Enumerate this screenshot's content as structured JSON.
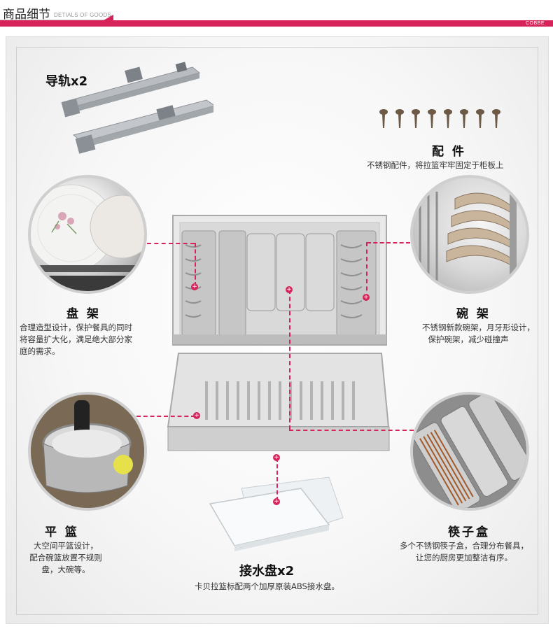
{
  "header": {
    "title": "商品细节",
    "subtitle": "DETIALS OF GOODS",
    "brand": "COBBE"
  },
  "colors": {
    "accent": "#d6245a"
  },
  "rails": {
    "label": "导轨x2"
  },
  "accessories": {
    "label": "配 件",
    "description": "不锈钢配件，将拉篮牢牢固定于柜板上"
  },
  "plate_rack": {
    "label": "盘 架",
    "description_lines": [
      "合理造型设计，保护餐具的同时",
      "将容量扩大化，满足绝大部分家",
      "庭的需求。"
    ]
  },
  "bowl_rack": {
    "label": "碗 架",
    "description_lines": [
      "不锈钢新款碗架，月牙形设计，",
      "保护碗架，减少碰撞声"
    ]
  },
  "flat_basket": {
    "label": "平 篮",
    "description_lines": [
      "大空间平篮设计，",
      "配合碗篮放置不规则",
      "盘，大碗等。"
    ]
  },
  "chopstick_box": {
    "label": "筷子盒",
    "description_lines": [
      "多个不锈钢筷子盒，合理分布餐具，",
      "让您的厨房更加整洁有序。"
    ]
  },
  "drip_tray": {
    "label": "接水盘x2",
    "description": "卡贝拉篮标配两个加厚原装ABS接水盘。"
  },
  "icons": {
    "marker": "plus-marker-icon",
    "screw": "screw-icon",
    "rail": "slide-rail-illustration",
    "basket": "pull-out-basket-illustration"
  }
}
